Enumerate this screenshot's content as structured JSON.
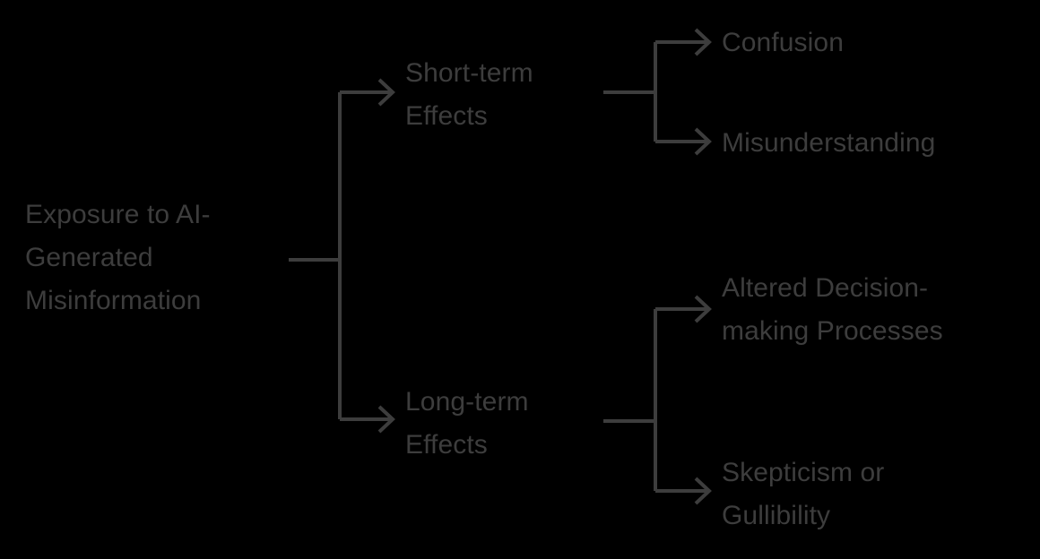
{
  "diagram": {
    "type": "tree",
    "orientation": "left-to-right",
    "background_color": "#000000",
    "text_color": "#3d3d3d",
    "line_color": "#3d3d3d",
    "root": {
      "id": "root",
      "label": "Exposure to AI-\nGenerated\nMisinformation"
    },
    "branches": [
      {
        "id": "short-term",
        "label": "Short-term\nEffects",
        "children": [
          {
            "id": "confusion",
            "label": "Confusion"
          },
          {
            "id": "misunderstanding",
            "label": "Misunderstanding"
          }
        ]
      },
      {
        "id": "long-term",
        "label": "Long-term\nEffects",
        "children": [
          {
            "id": "altered-decision-making",
            "label": "Altered Decision-\nmaking Processes"
          },
          {
            "id": "skepticism-gullibility",
            "label": "Skepticism or\nGullibility"
          }
        ]
      }
    ],
    "connectors": [
      {
        "id": "root-to-split",
        "kind": "line",
        "from": "root",
        "to": "level1-trunk"
      },
      {
        "id": "to-short-term",
        "kind": "arrow",
        "from": "level1-trunk",
        "to": "short-term"
      },
      {
        "id": "to-long-term",
        "kind": "arrow",
        "from": "level1-trunk",
        "to": "long-term"
      },
      {
        "id": "short-to-split",
        "kind": "line",
        "from": "short-term",
        "to": "short-trunk"
      },
      {
        "id": "to-confusion",
        "kind": "arrow",
        "from": "short-trunk",
        "to": "confusion"
      },
      {
        "id": "to-misunderstanding",
        "kind": "arrow",
        "from": "short-trunk",
        "to": "misunderstanding"
      },
      {
        "id": "long-to-split",
        "kind": "line",
        "from": "long-term",
        "to": "long-trunk"
      },
      {
        "id": "to-altered",
        "kind": "arrow",
        "from": "long-trunk",
        "to": "altered-decision-making"
      },
      {
        "id": "to-skepticism",
        "kind": "arrow",
        "from": "long-trunk",
        "to": "skepticism-gullibility"
      }
    ]
  }
}
